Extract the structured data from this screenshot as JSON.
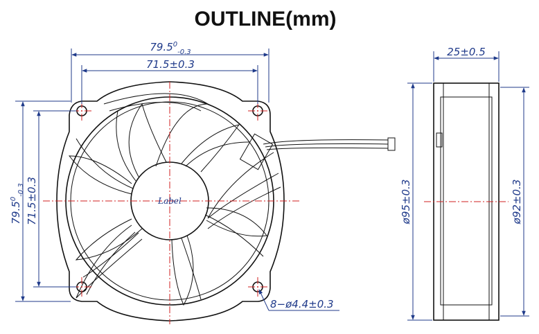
{
  "title": "OUTLINE(mm)",
  "front_view": {
    "overall_width": {
      "base": "79.5",
      "sup": "0",
      "sub": "-0.3"
    },
    "hole_pitch_width": "71.5±0.3",
    "overall_height": {
      "base": "79.5",
      "sup": "0",
      "sub": "-0.3"
    },
    "hole_pitch_height": "71.5±0.3",
    "hole_callout": "8−ø4.4±0.3",
    "hub_label": "Label"
  },
  "side_view": {
    "thickness": "25±0.5",
    "diameter_left": "ø95±0.3",
    "diameter_right": "ø92±0.3"
  },
  "colors": {
    "outline": "#111111",
    "dimension": "#1f3a8a",
    "centerline": "#d21f1f"
  }
}
